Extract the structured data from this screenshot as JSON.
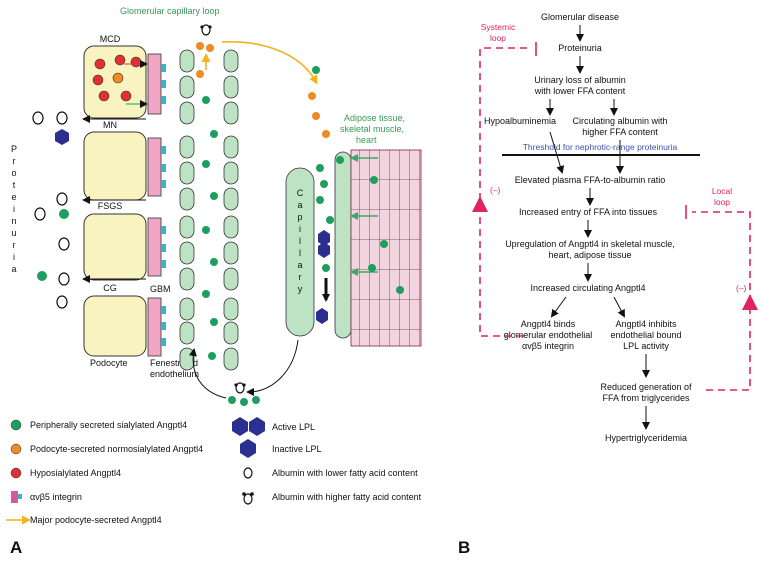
{
  "panel_a": {
    "label": "A",
    "title": "Glomerular capillary loop",
    "capillaries": [
      {
        "name": "MCD"
      },
      {
        "name": "MN"
      },
      {
        "name": "FSGS"
      },
      {
        "name": "CG"
      }
    ],
    "gbm_label": "GBM",
    "podocyte_label": "Podocyte",
    "endothelium_label": [
      "Fenestrated",
      "endothelium"
    ],
    "proteinuria_vertical": "Proteinuria",
    "capillary_vertical": "Capillary",
    "adipose_label": [
      "Adipose tissue,",
      "skeletal muscle,",
      "heart"
    ],
    "legend_left": [
      {
        "label": "Peripherally secreted sialylated Angptl4",
        "icon": "green-dot",
        "color": "#1e9e5e"
      },
      {
        "label": "Podocyte-secreted normosialylated Angptl4",
        "icon": "orange-dot",
        "color": "#f08a24"
      },
      {
        "label": "Hyposialylated Angptl4",
        "icon": "red-dot",
        "color": "#e03030"
      },
      {
        "label": "αvβ5 integrin",
        "icon": "pink-bar",
        "color": "#d45b9a"
      },
      {
        "label": "Major podocyte-secreted Angptl4",
        "icon": "yellow-arrow",
        "color": "#f4b21f"
      }
    ],
    "legend_right": [
      {
        "label": "Active LPL",
        "icon": "double-hexagon",
        "color": "#2b2f8f"
      },
      {
        "label": "Inactive LPL",
        "icon": "hexagon",
        "color": "#2b2f8f"
      },
      {
        "label": "Albumin with lower fatty acid content",
        "icon": "albumin-open"
      },
      {
        "label": "Albumin with higher fatty acid content",
        "icon": "albumin-loaded"
      }
    ]
  },
  "panel_b": {
    "label": "B",
    "nodes": {
      "glomerular_disease": "Glomerular disease",
      "proteinuria": "Proteinuria",
      "urinary_loss": [
        "Urinary loss of albumin",
        "with lower FFA content"
      ],
      "hypoalbuminemia": "Hypoalbuminemia",
      "circulating_albumin": [
        "Circulating albumin with",
        "higher FFA content"
      ],
      "threshold": "Threshold for nephrotic-range proteinuria",
      "elevated_ratio": "Elevated plasma FFA-to-albumin ratio",
      "increased_entry": "Increased entry of FFA into tissues",
      "upregulation": [
        "Upregulation of Angptl4 in skeletal muscle,",
        "heart, adipose tissue"
      ],
      "increased_circulating": "Increased circulating Angptl4",
      "binds": [
        "Angptl4 binds",
        "glomerular endothelial",
        "αvβ5 integrin"
      ],
      "inhibits": [
        "Angptl4 inhibits",
        "endothelial bound",
        "LPL activity"
      ],
      "reduced_generation": [
        "Reduced generation of",
        "FFA from triglycerides"
      ],
      "hypertriglyceridemia": "Hypertriglyceridemia"
    },
    "systemic_loop": [
      "Systemic",
      "loop"
    ],
    "local_loop": [
      "Local",
      "loop"
    ],
    "negative_sign": "(–)",
    "colors": {
      "loop": "#e0245e",
      "threshold_text": "#3a4fb0"
    }
  }
}
